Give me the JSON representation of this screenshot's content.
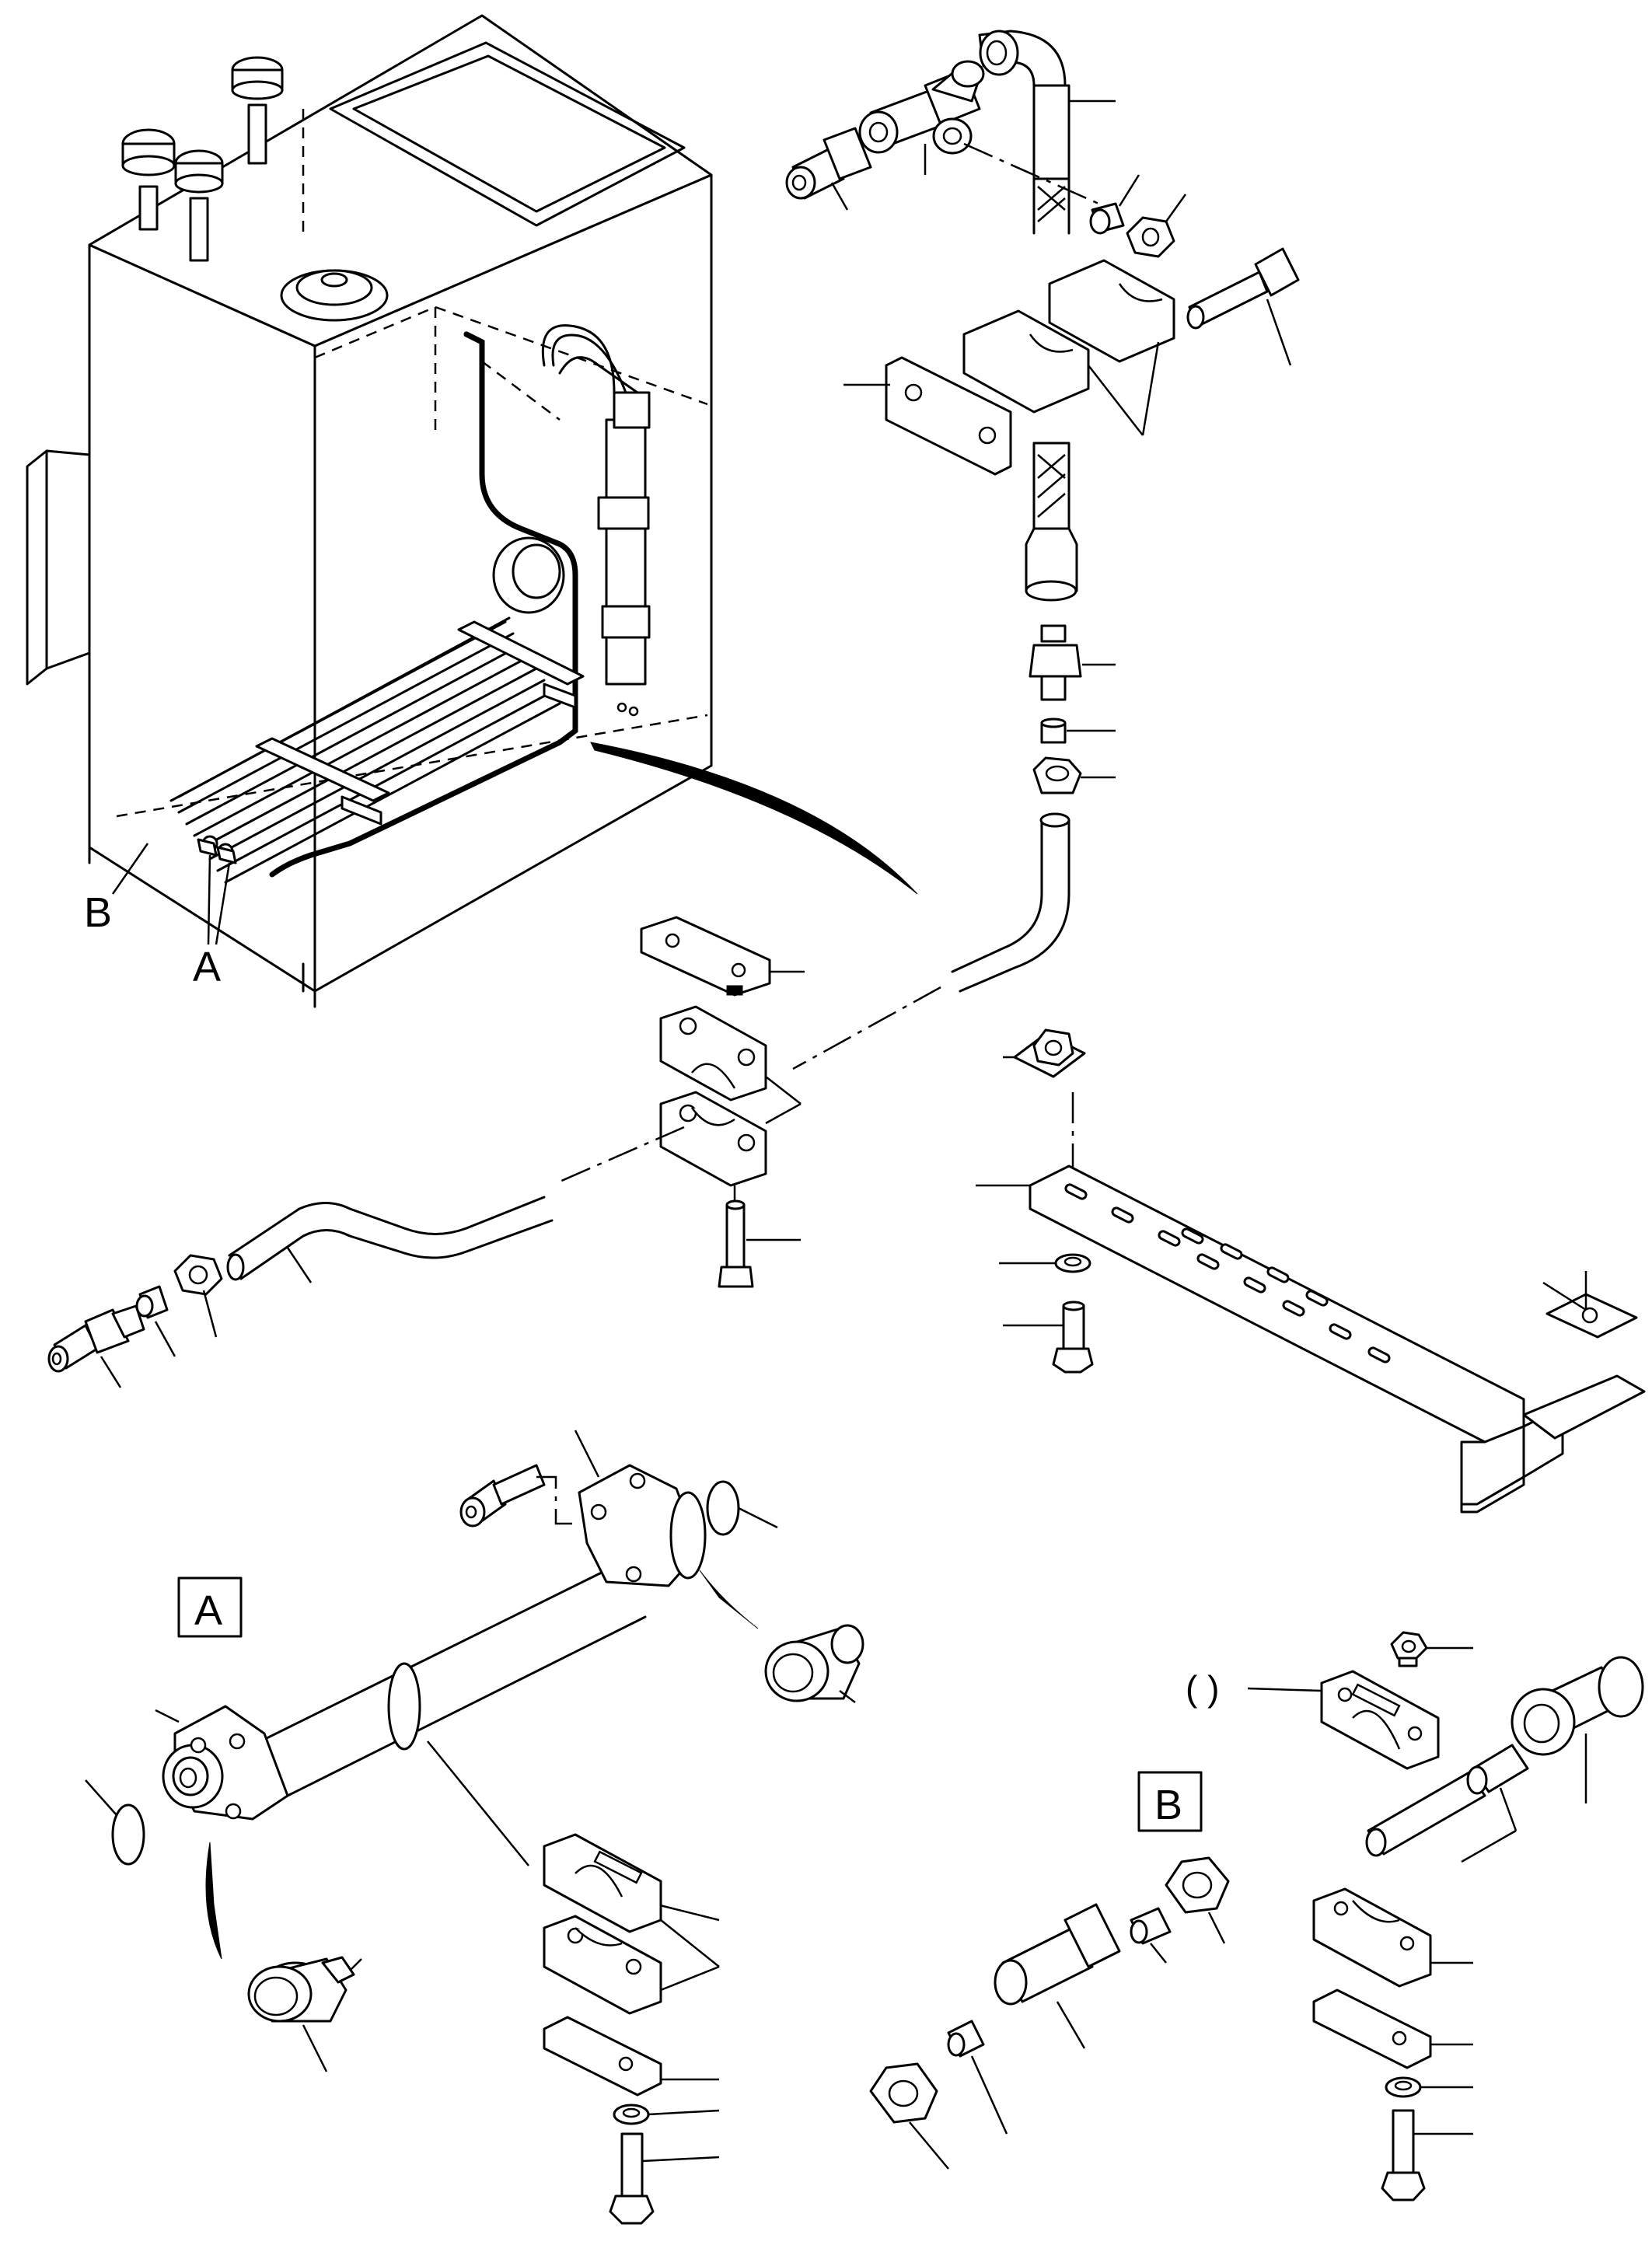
{
  "callouts": {
    "a": "A",
    "b": "B"
  },
  "detail_views": {
    "a": "A",
    "b": "B"
  },
  "parenthesis": "(     )"
}
